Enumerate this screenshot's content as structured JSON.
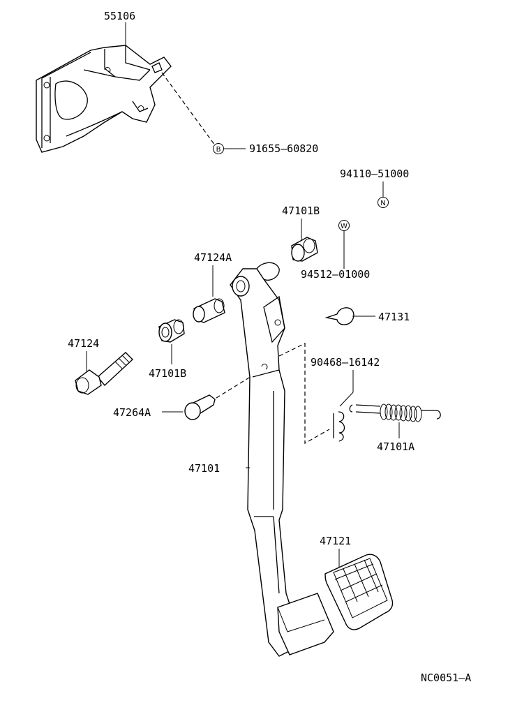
{
  "parts": {
    "p55106": "55106",
    "p91655": "91655–60820",
    "p94110": "94110–51000",
    "p47101B_top": "47101B",
    "p94512": "94512–01000",
    "p47124A": "47124A",
    "p47131": "47131",
    "p47124": "47124",
    "p47101B_bot": "47101B",
    "p90468": "90468–16142",
    "p47264A": "47264A",
    "p47101A": "47101A",
    "p47101": "47101",
    "p47121": "47121"
  },
  "symbols": {
    "b": "B",
    "n": "N",
    "w": "W"
  },
  "diagram_code": "NC0051–A"
}
